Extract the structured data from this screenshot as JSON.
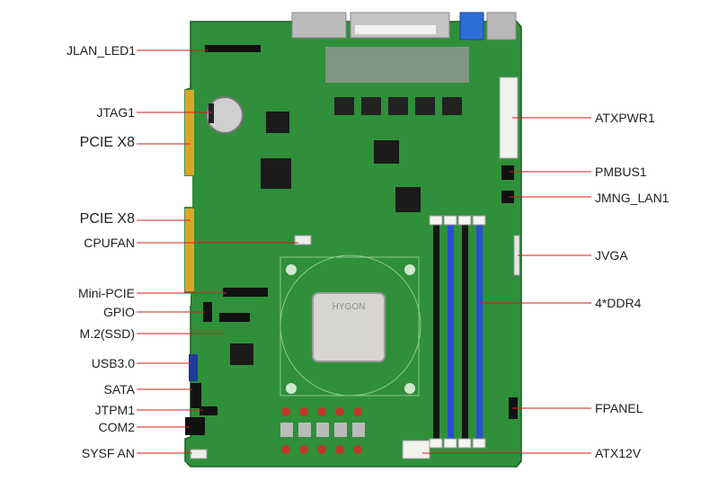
{
  "board": {
    "chip_label": "HYGON",
    "colors": {
      "pcb": "#2f8f3a",
      "pcb_dark": "#236f2c",
      "dimm_blue": "#2a4fd0",
      "dimm_black": "#151515",
      "leader": "#d02020"
    }
  },
  "labels_left": [
    {
      "id": "jlan-led1",
      "text": "JLAN_LED1"
    },
    {
      "id": "jtag1",
      "text": "JTAG1"
    },
    {
      "id": "pcie-x8-top",
      "text": "PCIE X8"
    },
    {
      "id": "pcie-x8-bottom",
      "text": "PCIE X8"
    },
    {
      "id": "cpufan",
      "text": "CPUFAN"
    },
    {
      "id": "mini-pcie",
      "text": "Mini-PCIE"
    },
    {
      "id": "gpio",
      "text": "GPIO"
    },
    {
      "id": "m2-ssd",
      "text": "M.2(SSD)"
    },
    {
      "id": "usb3",
      "text": "USB3.0"
    },
    {
      "id": "sata",
      "text": "SATA"
    },
    {
      "id": "jtpm1",
      "text": "JTPM1"
    },
    {
      "id": "com2",
      "text": "COM2"
    },
    {
      "id": "sysfan",
      "text": "SYSF AN"
    }
  ],
  "labels_right": [
    {
      "id": "atxpwr1",
      "text": "ATXPWR1"
    },
    {
      "id": "pmbus1",
      "text": "PMBUS1"
    },
    {
      "id": "jmng-lan1",
      "text": "JMNG_LAN1"
    },
    {
      "id": "jvga",
      "text": "JVGA"
    },
    {
      "id": "ddr4",
      "text": "4*DDR4"
    },
    {
      "id": "fpanel",
      "text": "FPANEL"
    },
    {
      "id": "atx12v",
      "text": "ATX12V"
    }
  ]
}
